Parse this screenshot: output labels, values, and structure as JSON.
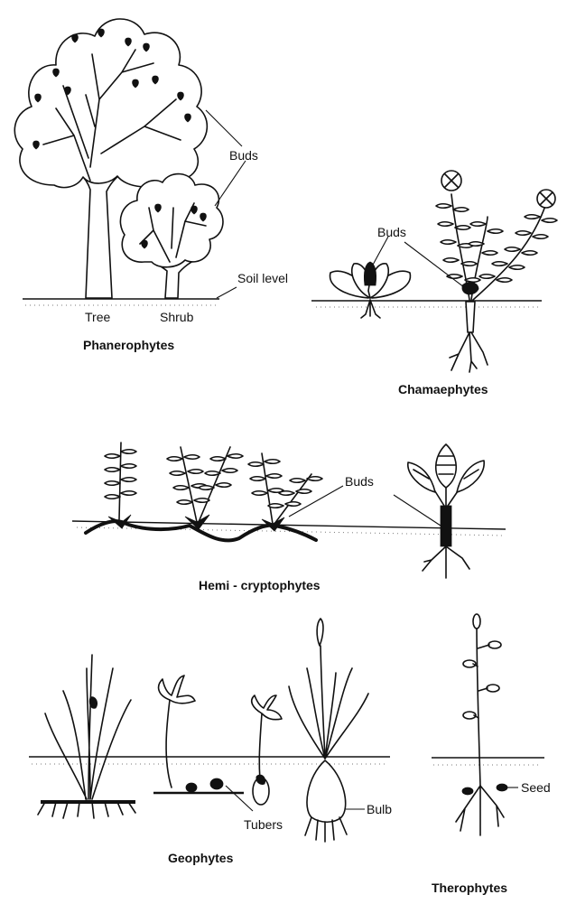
{
  "labels": {
    "buds_top": "Buds",
    "soil_level": "Soil level",
    "tree": "Tree",
    "shrub": "Shrub",
    "buds_chamae": "Buds",
    "buds_hemi": "Buds",
    "tubers": "Tubers",
    "bulb": "Bulb",
    "seed": "Seed"
  },
  "titles": {
    "phanerophytes": "Phanerophytes",
    "chamaephytes": "Chamaephytes",
    "hemicryptophytes": "Hemi - cryptophytes",
    "geophytes": "Geophytes",
    "therophytes": "Therophytes"
  },
  "icons": {
    "tree": "tree-icon",
    "shrub": "shrub-icon",
    "chamaephyte_rosette": "rosette-plant-icon",
    "chamaephyte_shrub": "flowering-plant-icon",
    "hemicryptophyte": "runner-plant-icon",
    "geophyte": "grass-plant-icon",
    "tuber_plants": "tuber-plant-icon",
    "bulb_plant": "bulb-plant-icon",
    "therophyte": "annual-plant-icon"
  }
}
